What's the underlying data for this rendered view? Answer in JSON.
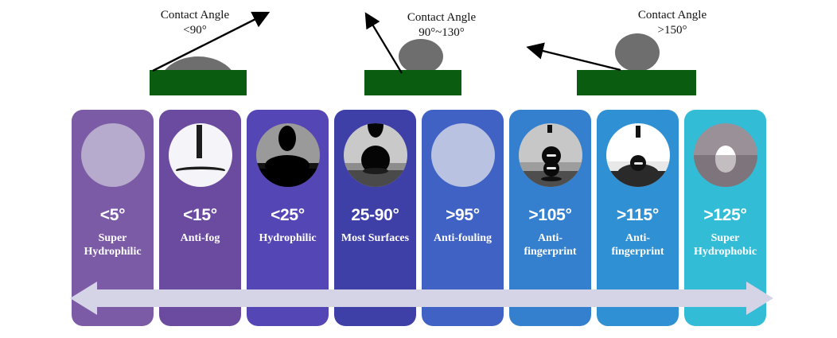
{
  "diagrams": [
    {
      "id": "contact-angle-low",
      "caption_line1": "Contact Angle",
      "caption_line2": "<90°",
      "substrate_color": "#0a5c11",
      "droplet_color": "#6e6e6e",
      "droplet_shape": "flat-spread-cap",
      "arrow_direction": "up-right"
    },
    {
      "id": "contact-angle-mid",
      "caption_line1": "Contact Angle",
      "caption_line2": "90°~130°",
      "substrate_color": "#0a5c11",
      "droplet_color": "#6e6e6e",
      "droplet_shape": "rounded-bead",
      "arrow_direction": "up-left"
    },
    {
      "id": "contact-angle-high",
      "caption_line1": "Contact Angle",
      "caption_line2": ">150°",
      "substrate_color": "#0a5c11",
      "droplet_color": "#6e6e6e",
      "droplet_shape": "sphere",
      "arrow_direction": "left"
    }
  ],
  "cards": [
    {
      "angle": "<5°",
      "label": "Super\nHydrophilic",
      "color": "#7b5aa6",
      "thumb": "droplet-fully-spread",
      "thumb_colors": {
        "bg": "#b7abcd",
        "surface": "#b7abcd",
        "drop": "#b7abcd"
      }
    },
    {
      "angle": "<15°",
      "label": "Anti-fog",
      "color": "#6a4ba0",
      "thumb": "droplet-thin-film",
      "thumb_colors": {
        "bg": "#f5f4f8",
        "surface": "#ffffff",
        "drop": "#1c1c1c"
      }
    },
    {
      "angle": "<25°",
      "label": "Hydrophilic",
      "color": "#5546b5",
      "thumb": "droplet-low-dome",
      "thumb_colors": {
        "bg": "#9a9a9a",
        "surface": "#141414",
        "drop": "#000000"
      }
    },
    {
      "angle": "25-90°",
      "label": "Most Surfaces",
      "color": "#3f3fa8",
      "thumb": "droplet-hemisphere",
      "thumb_colors": {
        "bg": "#c9c9c9",
        "surface": "#8d8d8d",
        "drop": "#050505"
      }
    },
    {
      "angle": ">95°",
      "label": "Anti-fouling",
      "color": "#3f62c4",
      "thumb": "droplet-plain-disc",
      "thumb_colors": {
        "bg": "#b9c2e0",
        "surface": "#b9c2e0",
        "drop": "#b9c2e0"
      }
    },
    {
      "angle": ">105°",
      "label": "Anti-\nfingerprint",
      "color": "#3480ce",
      "thumb": "droplet-bead-reflection",
      "thumb_colors": {
        "bg": "#c7c7c7",
        "surface": "#9d9d9d",
        "drop": "#0a0a0a"
      }
    },
    {
      "angle": ">115°",
      "label": "Anti-\nfingerprint",
      "color": "#2f90d4",
      "thumb": "droplet-small-bead",
      "thumb_colors": {
        "bg": "#ffffff",
        "surface": "#e8e8e8",
        "drop": "#111111"
      }
    },
    {
      "angle": ">125°",
      "label": "Super\nHydrophobic",
      "color": "#32bcd6",
      "thumb": "droplet-sphere-bright",
      "thumb_colors": {
        "bg": "#9a9198",
        "surface": "#7e757c",
        "drop": "#ffffff"
      }
    }
  ],
  "arrow": {
    "name": "wettability-range-arrow",
    "color": "#d5d3e6",
    "direction": "bidirectional",
    "left_meaning": "hydrophilic",
    "right_meaning": "hydrophobic"
  }
}
